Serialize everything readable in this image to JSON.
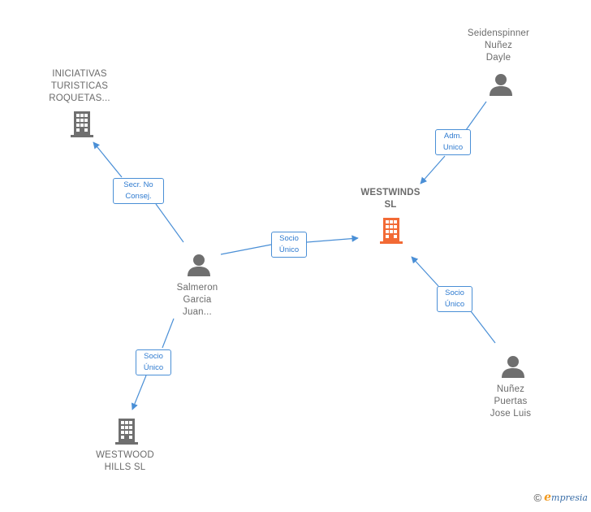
{
  "nodes": {
    "iniciativas": {
      "label_lines": [
        "INICIATIVAS",
        "TURISTICAS",
        "ROQUETAS..."
      ],
      "kind": "company"
    },
    "westwinds": {
      "label_lines": [
        "WESTWINDS",
        "SL"
      ],
      "kind": "company",
      "color": "#f26a35"
    },
    "westwood": {
      "label_lines": [
        "WESTWOOD",
        "HILLS  SL"
      ],
      "kind": "company"
    },
    "seidenspinner": {
      "label_lines": [
        "Seidenspinner",
        "Nuñez",
        "Dayle"
      ],
      "kind": "person"
    },
    "salmeron": {
      "label_lines": [
        "Salmeron",
        "Garcia",
        "Juan..."
      ],
      "kind": "person"
    },
    "nunez": {
      "label_lines": [
        "Nuñez",
        "Puertas",
        "Jose Luis"
      ],
      "kind": "person"
    }
  },
  "edges": {
    "secr": {
      "label_lines": [
        "Secr.  No",
        "Consej."
      ]
    },
    "socio_center": {
      "label_lines": [
        "Socio",
        "Único"
      ]
    },
    "adm": {
      "label_lines": [
        "Adm.",
        "Unico"
      ]
    },
    "socio_right": {
      "label_lines": [
        "Socio",
        "Único"
      ]
    },
    "socio_left": {
      "label_lines": [
        "Socio",
        "Único"
      ]
    }
  },
  "colors": {
    "icon_gray": "#6f6f6f",
    "focus": "#f26a35",
    "edge": "#4a8fd6"
  },
  "icons": {
    "company": "building-icon",
    "person": "person-icon"
  },
  "footer": {
    "copyright": "©",
    "brand_initial": "e",
    "brand_rest": "mpresia"
  }
}
